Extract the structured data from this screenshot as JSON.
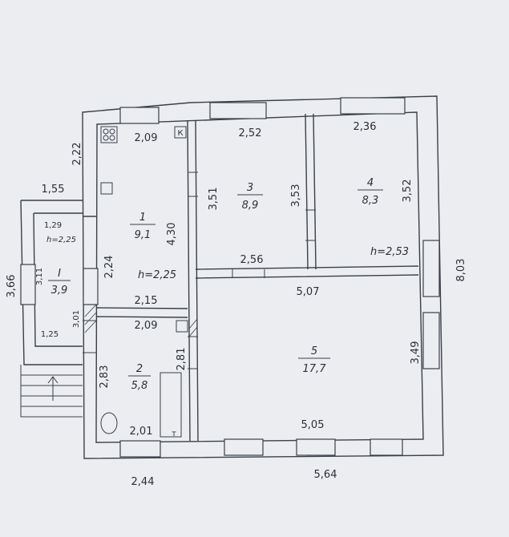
{
  "rooms": [
    {
      "number": "1",
      "area": "9,1"
    },
    {
      "number": "2",
      "area": "5,8"
    },
    {
      "number": "3",
      "area": "8,9"
    },
    {
      "number": "4",
      "area": "8,3"
    },
    {
      "number": "5",
      "area": "17,7"
    },
    {
      "number": "I",
      "area": "3,9"
    }
  ],
  "heights": {
    "h1": "h=2,25",
    "h2": "h=2,25",
    "h3": "h=2,53"
  },
  "dims": {
    "d209a": "2,09",
    "d252": "2,52",
    "d236": "2,36",
    "d222": "2,22",
    "d155": "1,55",
    "d129": "1,29",
    "d366": "3,66",
    "d311": "3,11",
    "d301": "3,01",
    "d125": "1,25",
    "d430": "4,30",
    "d224": "2,24",
    "d351": "3,51",
    "d353": "3,53",
    "d352": "3,52",
    "d803": "8,03",
    "d256": "2,56",
    "d215": "2,15",
    "d209b": "2,09",
    "d507": "5,07",
    "d281": "2,81",
    "d283": "2,83",
    "d349": "3,49",
    "d201": "2,01",
    "d505": "5,05",
    "d244": "2,44",
    "d564": "5,64"
  },
  "symbols": {
    "k": "К",
    "t": "т"
  }
}
